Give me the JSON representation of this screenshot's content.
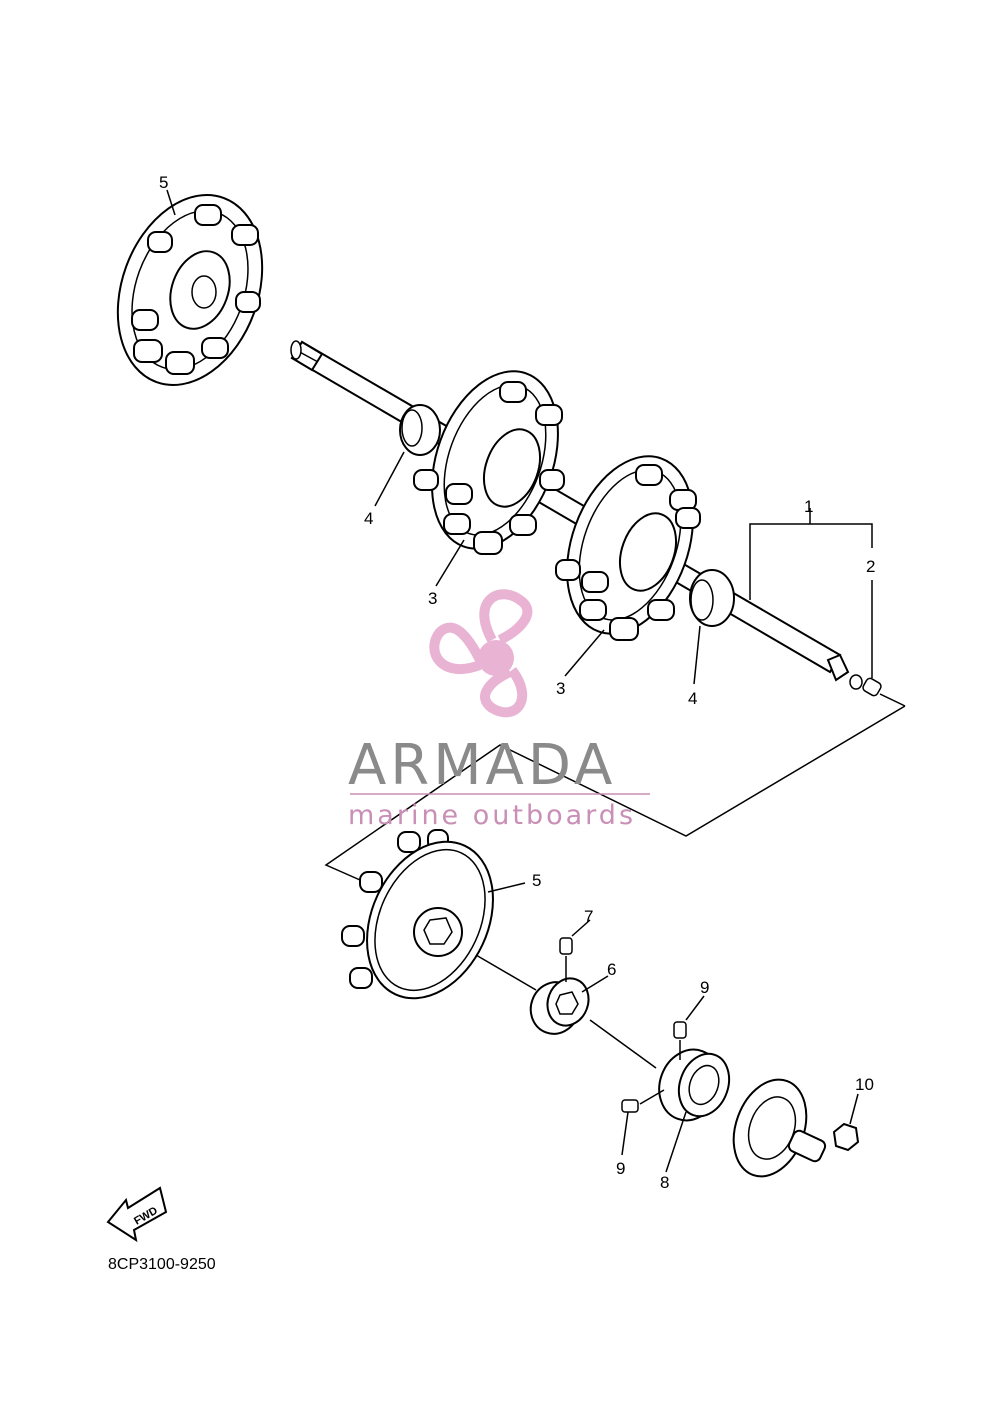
{
  "callouts": {
    "c1": "1",
    "c2": "2",
    "c3a": "3",
    "c3b": "3",
    "c4a": "4",
    "c4b": "4",
    "c5a": "5",
    "c5b": "5",
    "c6": "6",
    "c7": "7",
    "c8": "8",
    "c9a": "9",
    "c9b": "9",
    "c10": "10"
  },
  "direction_label": "FWD",
  "diagram_code": "8CP3100-9250",
  "watermark": {
    "brand": "ARMADA",
    "tagline": "marine outboards",
    "logo_color": "#e6a6cc",
    "text_color": "#8a8a8a"
  }
}
